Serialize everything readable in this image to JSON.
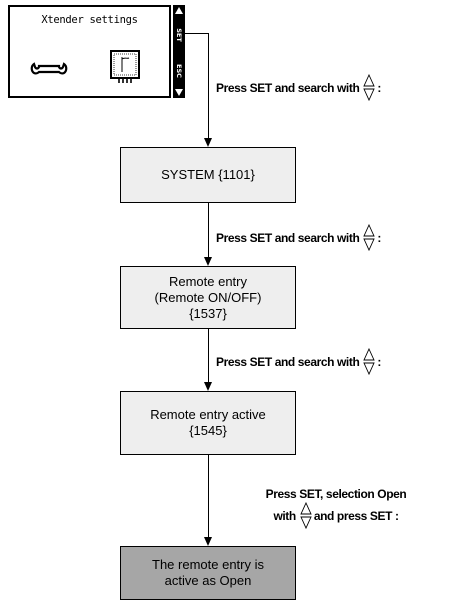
{
  "lcd": {
    "title": "Xtender settings",
    "left_icon": "wrench-icon",
    "right_icon": "device-icon",
    "button_set": "SET",
    "button_esc": "ESC"
  },
  "steps": {
    "press_set_search": "Press SET and search with",
    "colon": ":",
    "final_line1": "Press SET, selection Open",
    "final_with": "with",
    "final_rest": "and press SET :"
  },
  "boxes": [
    {
      "lines": [
        "SYSTEM {1101}"
      ]
    },
    {
      "lines": [
        "Remote entry",
        "(Remote ON/OFF)",
        "{1537}"
      ]
    },
    {
      "lines": [
        "Remote entry active",
        "{1545}"
      ]
    },
    {
      "lines": [
        "The remote entry is",
        "active as Open"
      ]
    }
  ],
  "colors": {
    "box_fill": "#eeeeee",
    "final_box_fill": "#a6a6a6",
    "line": "#000000"
  }
}
